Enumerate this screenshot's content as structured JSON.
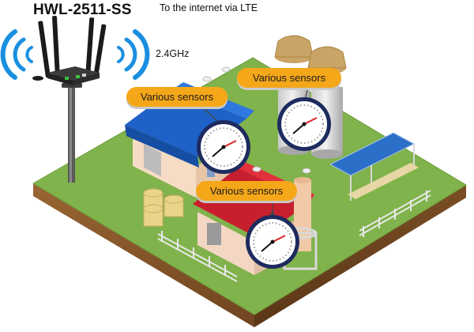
{
  "header": {
    "model": "HWL-2511-SS",
    "uplink": "To the internet via LTE",
    "band": "2.4GHz"
  },
  "callouts": [
    {
      "label": "Various sensors"
    },
    {
      "label": "Various sensors"
    },
    {
      "label": "Various sensors"
    }
  ],
  "colors": {
    "grass": "#7fb24a",
    "soil": "#8a5a2b",
    "wifi": "#1a8fe0",
    "callout": "#f5a71a",
    "gauge_ring": "#20306e"
  }
}
